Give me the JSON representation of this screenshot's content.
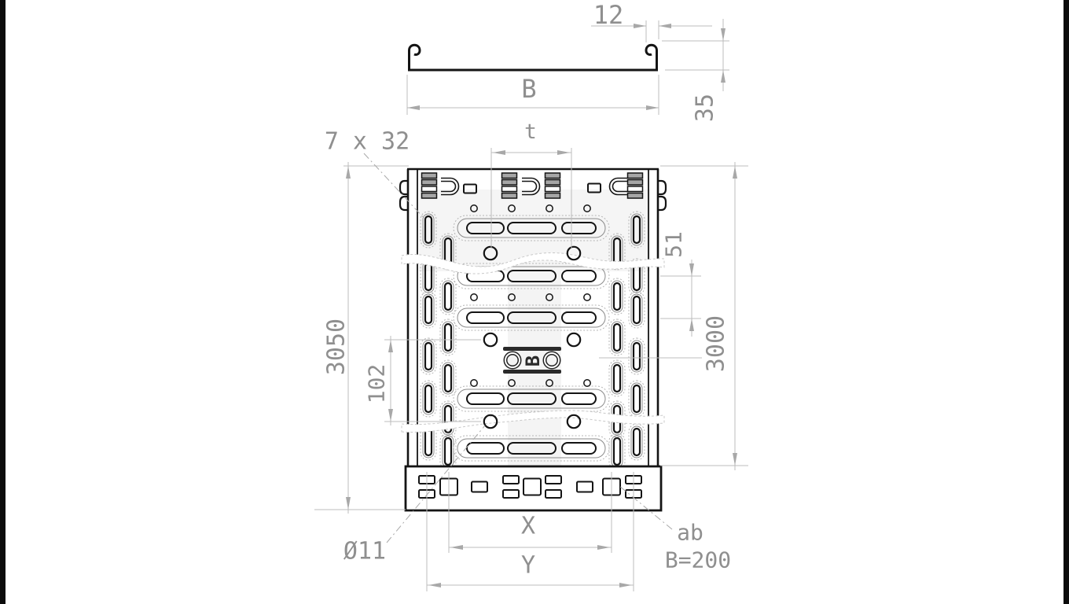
{
  "drawing": {
    "type": "technical-drawing",
    "subject": "perforated cable tray with coupler end, profile and plan views",
    "colors": {
      "line": "#141414",
      "dimension": "#bcbcbc",
      "text": "#8f8f8f",
      "background": "#ffffff"
    },
    "labels": {
      "dim_hook_width": "12",
      "dim_width": "B",
      "dim_height": "35",
      "dim_hole_pitch": "t",
      "slot_callout": "7 x 32",
      "dim_total_length": "3050",
      "dim_row_pitch": "102",
      "dim_slot_gap": "51",
      "dim_useful_length": "3000",
      "dim_x": "X",
      "dim_y": "Y",
      "hole_callout": "Ø11",
      "note_line1": "ab",
      "note_line2": "B=200",
      "logo_letter": "B"
    }
  }
}
